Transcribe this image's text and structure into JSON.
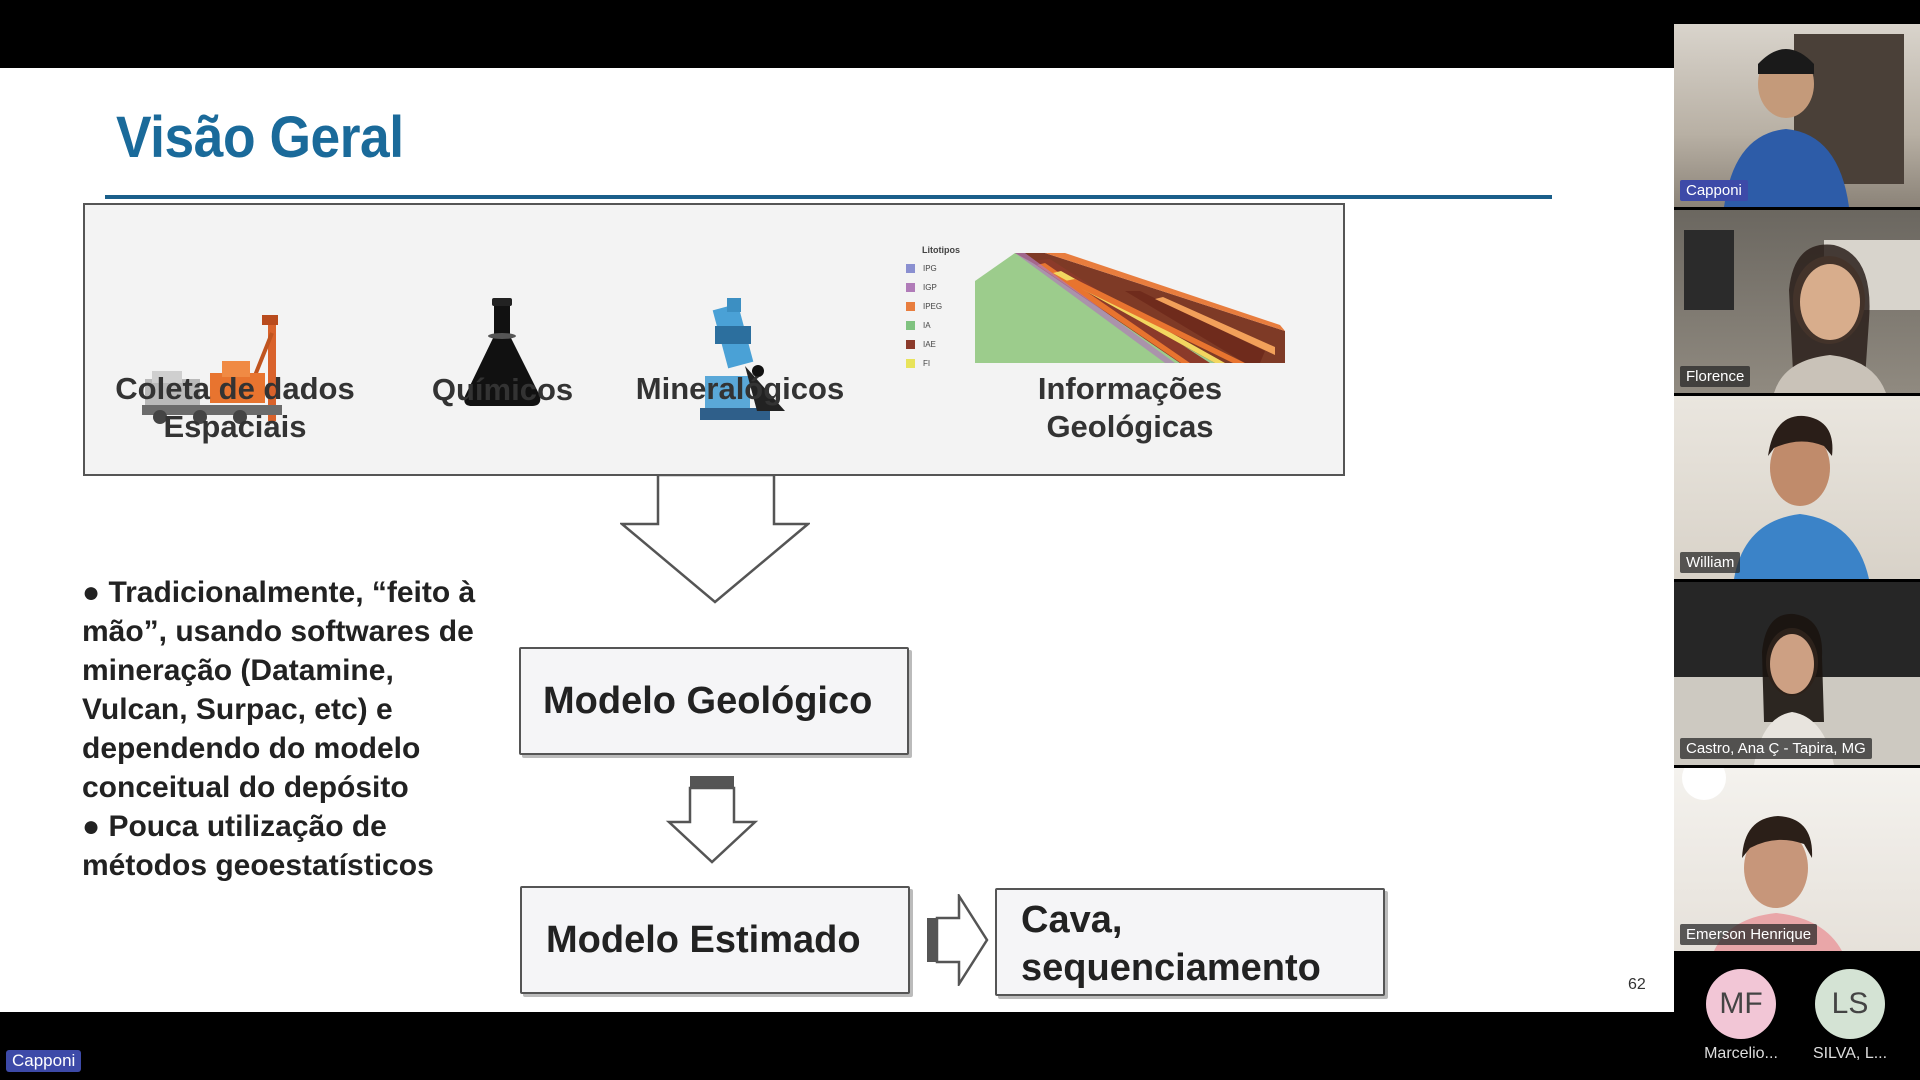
{
  "slide": {
    "title": "Visão Geral",
    "sources": [
      {
        "label": "Coleta de dados\nEspaciais",
        "icon": "drill-rig-icon"
      },
      {
        "label": "Químicos",
        "icon": "flask-icon"
      },
      {
        "label": "Mineralógicos",
        "icon": "microscope-icon"
      },
      {
        "label": "Informações\nGeológicas",
        "icon": "geologic-section-icon"
      }
    ],
    "legend": {
      "title": "Litotipos",
      "items": [
        {
          "label": "IPG",
          "color": "#8a8fd0"
        },
        {
          "label": "IGP",
          "color": "#b07bb8"
        },
        {
          "label": "IPEG",
          "color": "#e87d3e"
        },
        {
          "label": "IA",
          "color": "#7fc27f"
        },
        {
          "label": "IAE",
          "color": "#8b3a2a"
        },
        {
          "label": "FI",
          "color": "#e8e35a"
        }
      ]
    },
    "bullets": [
      "● Tradicionalmente, “feito à mão”, usando softwares de mineração (Datamine, Vulcan, Surpac, etc) e dependendo do modelo conceitual do depósito",
      "● Pouca utilização de métodos geoestatísticos"
    ],
    "boxes": {
      "geologic_model": "Modelo Geológico",
      "estimated_model": "Modelo Estimado",
      "pit_line1": "Cava,",
      "pit_line2": "sequenciamento"
    },
    "slide_number": "62"
  },
  "presenter_tag": "Capponi",
  "participants": [
    {
      "name": "Capponi",
      "active": true
    },
    {
      "name": "Florence",
      "active": false
    },
    {
      "name": "William",
      "active": false
    },
    {
      "name": "Castro, Ana Ç - Tapira, MG",
      "active": false
    },
    {
      "name": "Emerson Henrique",
      "active": false
    }
  ],
  "avatars": [
    {
      "initials": "MF",
      "name": "Marcelio...",
      "color": "#f2c6d6"
    },
    {
      "initials": "LS",
      "name": "SILVA, L...",
      "color": "#d4e3d4"
    }
  ]
}
